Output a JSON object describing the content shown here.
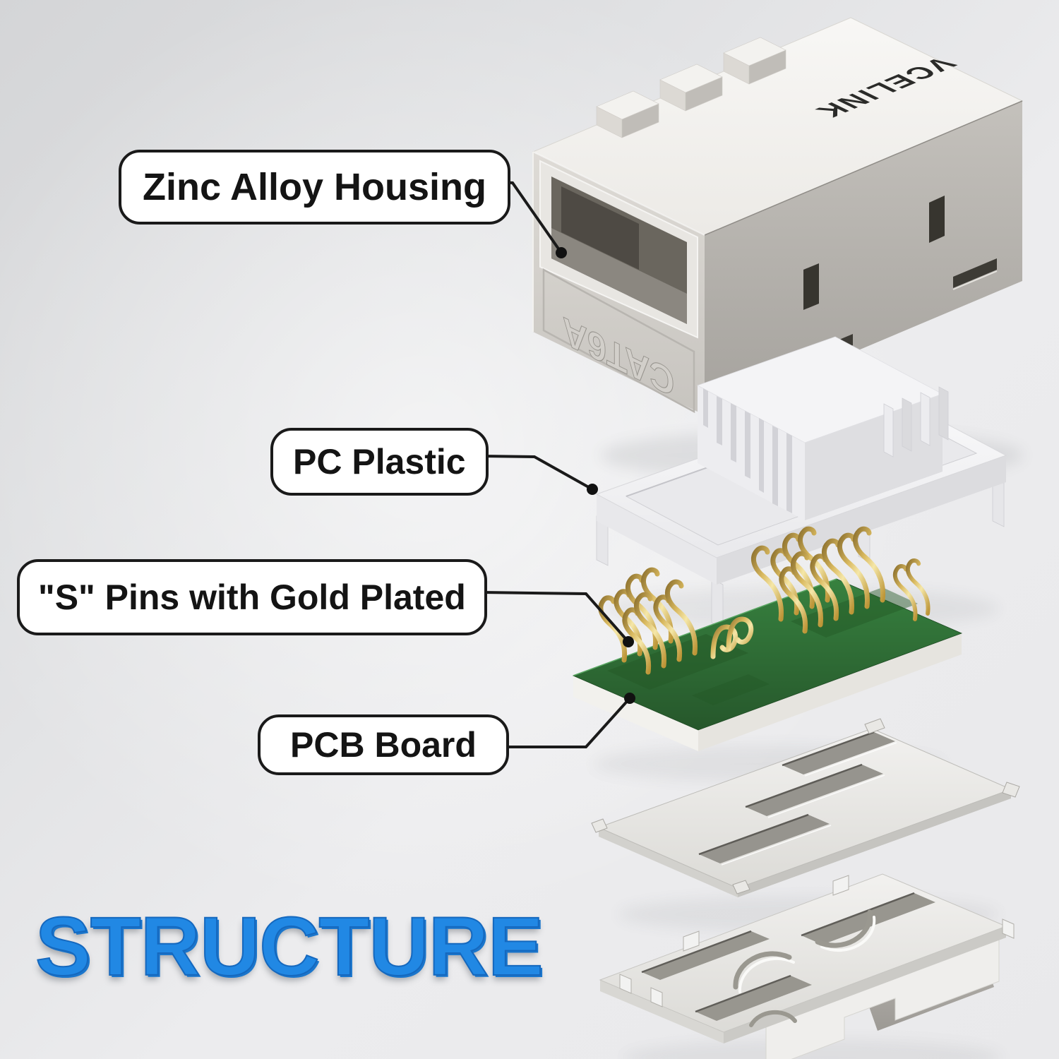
{
  "headline": {
    "text": "STRUCTURE"
  },
  "callouts": {
    "zinc": {
      "text": "Zinc Alloy Housing"
    },
    "plastic": {
      "text": "PC Plastic"
    },
    "pins": {
      "text": "\"S\" Pins with Gold Plated"
    },
    "pcb": {
      "text": "PCB Board"
    }
  },
  "device": {
    "brand_text": "VCELINK",
    "category_text": "CAT6A"
  },
  "colors": {
    "headline_blue": "#2188e4",
    "headline_outline": "#1568be",
    "callout_border": "#1a1a1a",
    "callout_background": "#ffffff",
    "leader_line": "#1a1a1a",
    "pcb_green": "#2f6d36",
    "gold_pins": "#c9a850",
    "housing_gray": "#b0ada8",
    "plastic_white": "#f4f4f6",
    "background_dark_corner": "#d6d7d9",
    "background_light": "#eaeaec"
  }
}
